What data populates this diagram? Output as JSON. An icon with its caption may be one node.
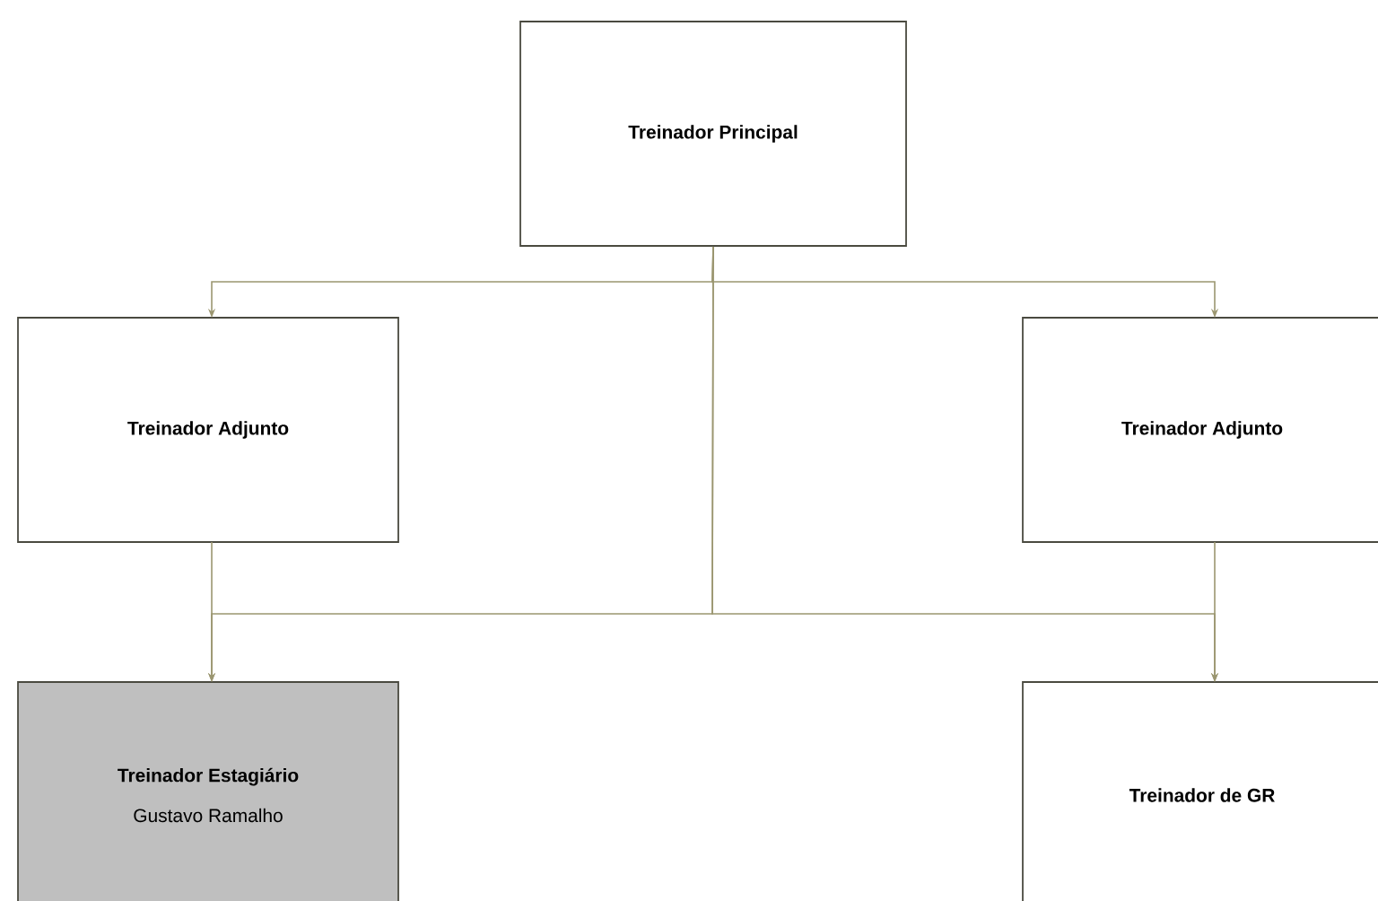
{
  "diagram": {
    "nodes": [
      {
        "text": [
          "Treinador Principal"
        ]
      },
      {
        "text": [
          "Treinador Adjunto"
        ]
      },
      {
        "text": [
          "Treinador Adjunto"
        ]
      },
      {
        "text": [
          "Treinador Estagiário",
          "Gustavo Ramalho"
        ]
      },
      {
        "text": [
          "Treinador de GR"
        ]
      }
    ],
    "edges": [
      {
        "from": 0,
        "to": 1,
        "arrow": "to"
      },
      {
        "from": 0,
        "to": 2,
        "arrow": "to"
      },
      {
        "from": 0,
        "to": 3,
        "arrow": "to"
      },
      {
        "from": 0,
        "to": 4,
        "arrow": "to"
      },
      {
        "from": 1,
        "to": 3,
        "arrow": "to"
      },
      {
        "from": 2,
        "to": 4,
        "arrow": "to"
      }
    ]
  }
}
